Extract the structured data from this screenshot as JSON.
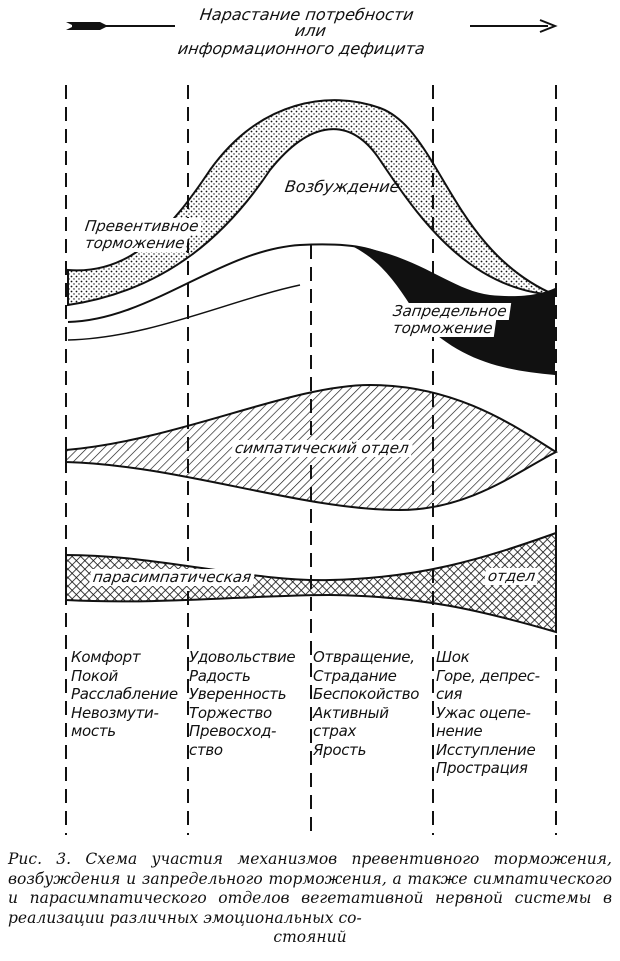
{
  "header": {
    "line1": "Нарастание потребности",
    "line2": "или",
    "line3": "информационного дефицита"
  },
  "labels": {
    "preventive": [
      "Превентивное",
      "торможение"
    ],
    "excitation": "Возбуждение",
    "transmarginal": [
      "Запредельное",
      "торможение"
    ],
    "sympathetic": "симпатический отдел",
    "parasympathetic_left": "парасимпатическая",
    "parasympathetic_right": "отдел"
  },
  "columns": [
    [
      "Комфорт",
      "Покой",
      "Расслабление",
      "Невозмути-",
      "мость"
    ],
    [
      "Удовольствие",
      "Радость",
      "Уверенность",
      "Торжество",
      "Превосход-",
      "ство"
    ],
    [
      "Отвращение,",
      "Страдание",
      "Беспокойство",
      "Активный",
      "страх",
      "Ярость"
    ],
    [
      "Шок",
      "Горе, депрес-",
      "сия",
      "Ужас оцепе-",
      "нение",
      "Исступление",
      "Прострация"
    ]
  ],
  "caption": {
    "title": "Рис. 3.",
    "text": "Схема участия механизмов превентивного торможения, возбуждения и запредельного торможения, а также симпатического и парасимпатического отделов вегетативной нервной системы в реализации различных эмоциональных со-",
    "last": "стояний"
  }
}
